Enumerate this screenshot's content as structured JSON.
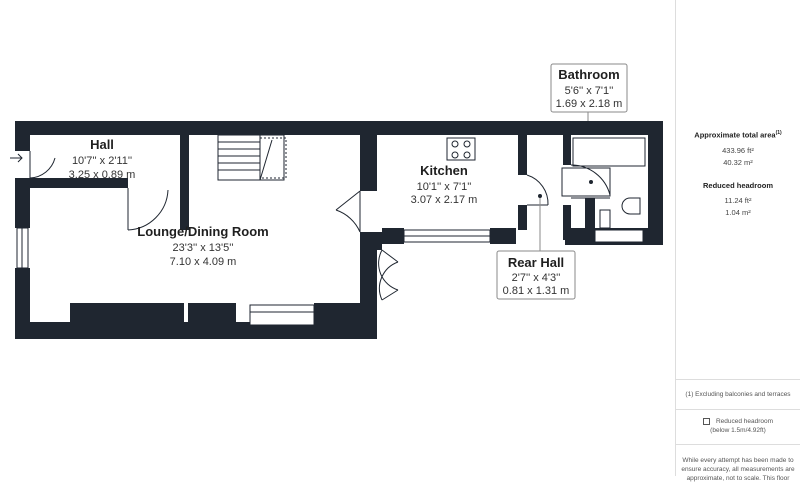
{
  "rooms": {
    "hall": {
      "name": "Hall",
      "imperial": "10'7'' x 2'11''",
      "metric": "3.25 x 0.89 m"
    },
    "lounge": {
      "name": "Lounge/Dining Room",
      "imperial": "23'3'' x 13'5''",
      "metric": "7.10 x 4.09 m"
    },
    "kitchen": {
      "name": "Kitchen",
      "imperial": "10'1'' x 7'1''",
      "metric": "3.07 x 2.17 m"
    },
    "bathroom": {
      "name": "Bathroom",
      "imperial": "5'6'' x 7'1''",
      "metric": "1.69 x 2.18 m"
    },
    "rear_hall": {
      "name": "Rear Hall",
      "imperial": "2'7'' x 4'3''",
      "metric": "0.81 x 1.31 m"
    }
  },
  "sidebar": {
    "total_area_title": "Approximate total area",
    "total_area_sup": "(1)",
    "total_area_ft": "433.96 ft²",
    "total_area_m": "40.32 m²",
    "reduced_title": "Reduced headroom",
    "reduced_ft": "11.24 ft²",
    "reduced_m": "1.04 m²",
    "footnote": "(1) Excluding balconies and terraces",
    "legend_label": "Reduced headroom",
    "legend_sub": "(below 1.5m/4.92ft)",
    "disclaimer_line1": "While every attempt has been made to",
    "disclaimer_line2": "ensure accuracy, all measurements are",
    "disclaimer_line3": "approximate, not to scale. This floor"
  },
  "colors": {
    "wall": "#1f2630",
    "border": "#dddddd"
  }
}
